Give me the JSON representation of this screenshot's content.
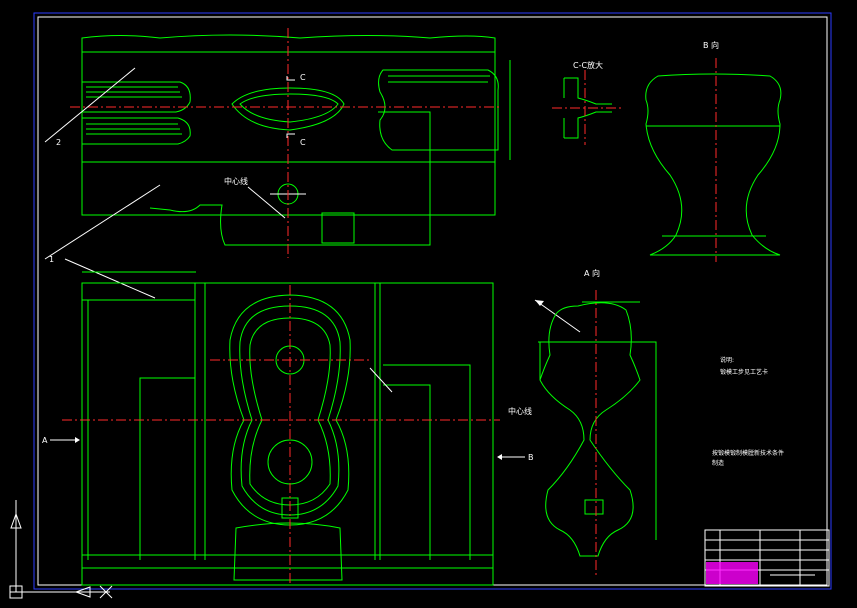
{
  "labels": {
    "section_cc": "C",
    "section_cc_lower": "C",
    "center_line_top": "中心线",
    "center_line_mid": "中心线",
    "leader_1": "1",
    "leader_2": "2",
    "view_a_top": "A 向",
    "view_b_top": "B 向",
    "cc_enlarged": "C-C放大",
    "arrow_a": "A",
    "arrow_b": "B"
  },
  "notes": {
    "title": "说明:",
    "line1": "锻模工步见工艺卡",
    "line2": "按锻模锻制模膛新技术条件",
    "line3": "制造"
  },
  "colors": {
    "background": "#000000",
    "outline": "#00ff00",
    "centerline": "#ff2a2a",
    "border": "#2b3cff",
    "annotation": "#ffffff",
    "title_highlight": "#ff00ff"
  }
}
